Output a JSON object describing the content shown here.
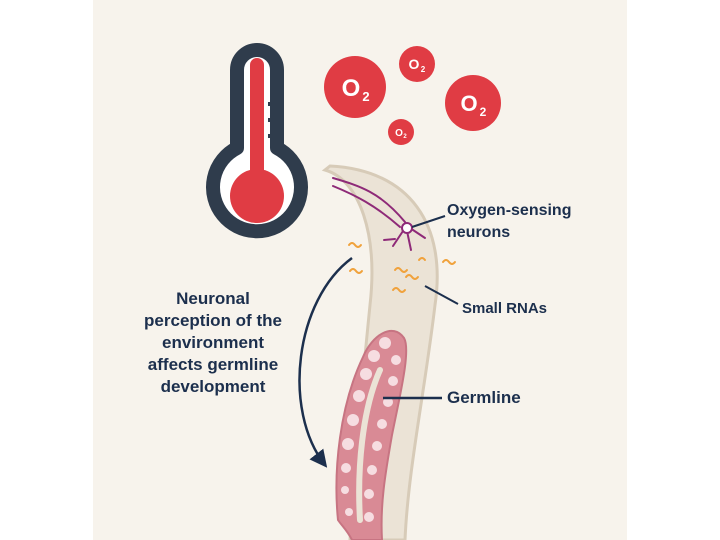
{
  "caption": {
    "lines": [
      "Neuronal",
      "perception of the",
      "environment",
      "affects germline",
      "development"
    ]
  },
  "labels": {
    "oxygen_neurons_line1": "Oxygen-sensing",
    "oxygen_neurons_line2": "neurons",
    "small_rnas": "Small RNAs",
    "germline": "Germline"
  },
  "oxygen": {
    "formula": "O",
    "subscript": "2"
  },
  "colors": {
    "navy": "#1c2f4d",
    "red": "#e03c44",
    "thermometer_outline": "#2f3c4c",
    "worm_body": "#ebe3d6",
    "germline_pink": "#d98a95",
    "neuron_purple": "#8e2a78",
    "rna_orange": "#f0a23c",
    "background": "#f7f3ec"
  }
}
